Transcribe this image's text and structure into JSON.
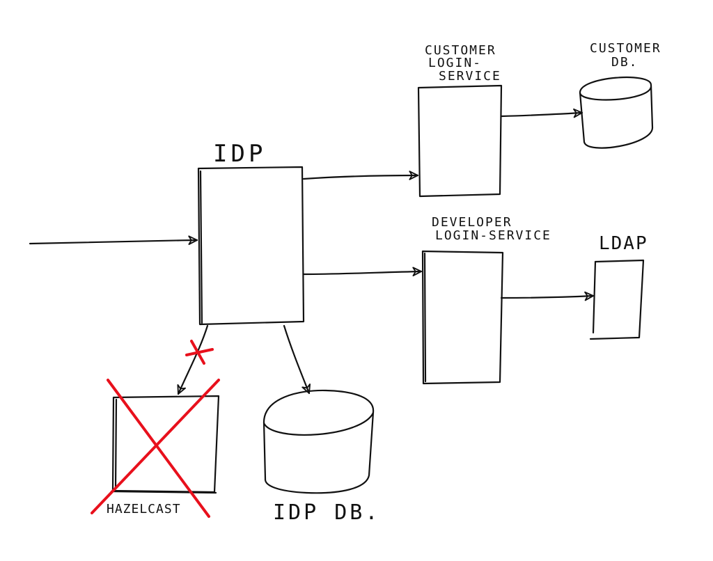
{
  "colors": {
    "ink": "#111111",
    "strike": "#e8101c",
    "background": "#ffffff"
  },
  "nodes": {
    "idp": {
      "label": "IDP"
    },
    "customer_login_service": {
      "label_lines": [
        "CUSTOMER",
        "LOGIN-",
        "SERVICE"
      ]
    },
    "customer_db": {
      "label_lines": [
        "CUSTOMER",
        "DB."
      ]
    },
    "developer_login_service": {
      "label_lines": [
        "DEVELOPER",
        "LOGIN-SERVICE"
      ]
    },
    "ldap": {
      "label": "LDAP"
    },
    "hazelcast": {
      "label": "HAZELCAST",
      "struck_out": true
    },
    "idp_db": {
      "label": "IDP DB."
    }
  },
  "edges": [
    {
      "from": "external-client",
      "to": "idp"
    },
    {
      "from": "idp",
      "to": "customer_login_service"
    },
    {
      "from": "idp",
      "to": "developer_login_service"
    },
    {
      "from": "customer_login_service",
      "to": "customer_db"
    },
    {
      "from": "developer_login_service",
      "to": "ldap"
    },
    {
      "from": "idp",
      "to": "hazelcast",
      "struck_out": true
    },
    {
      "from": "idp",
      "to": "idp_db"
    }
  ]
}
